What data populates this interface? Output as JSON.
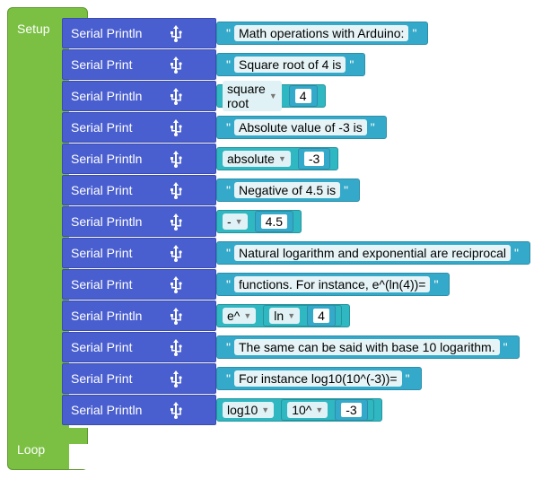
{
  "setup_label": "Setup",
  "loop_label": "Loop",
  "rows": [
    {
      "kind": "Serial Println",
      "type": "string",
      "text": "Math operations with Arduino:"
    },
    {
      "kind": "Serial Print",
      "type": "string",
      "text": "Square root of 4 is"
    },
    {
      "kind": "Serial Println",
      "type": "math",
      "op": "square root",
      "value": "4"
    },
    {
      "kind": "Serial Print",
      "type": "string",
      "text": "Absolute value of -3 is"
    },
    {
      "kind": "Serial Println",
      "type": "math",
      "op": "absolute",
      "value": "-3"
    },
    {
      "kind": "Serial Print",
      "type": "string",
      "text": "Negative of 4.5 is"
    },
    {
      "kind": "Serial Println",
      "type": "math",
      "op": "-",
      "value": "4.5"
    },
    {
      "kind": "Serial Print",
      "type": "string",
      "text": "Natural logarithm and exponential are reciprocal"
    },
    {
      "kind": "Serial Print",
      "type": "string",
      "text": "functions. For instance, e^(ln(4))="
    },
    {
      "kind": "Serial Println",
      "type": "math2",
      "op": "e^",
      "op2": "ln",
      "value": "4"
    },
    {
      "kind": "Serial Print",
      "type": "string",
      "text": "The same can be said with base 10 logarithm."
    },
    {
      "kind": "Serial Print",
      "type": "string",
      "text": "For instance log10(10^(-3))="
    },
    {
      "kind": "Serial Println",
      "type": "math2",
      "op": "log10",
      "op2": "10^",
      "value": "-3"
    }
  ],
  "icons": {
    "usb": "usb-icon",
    "dropdown": "dropdown-caret-icon"
  },
  "colors": {
    "setup": "#7bc043",
    "serial": "#4a5fcf",
    "text_block": "#35a9c9",
    "math_block": "#2fb7c2"
  }
}
